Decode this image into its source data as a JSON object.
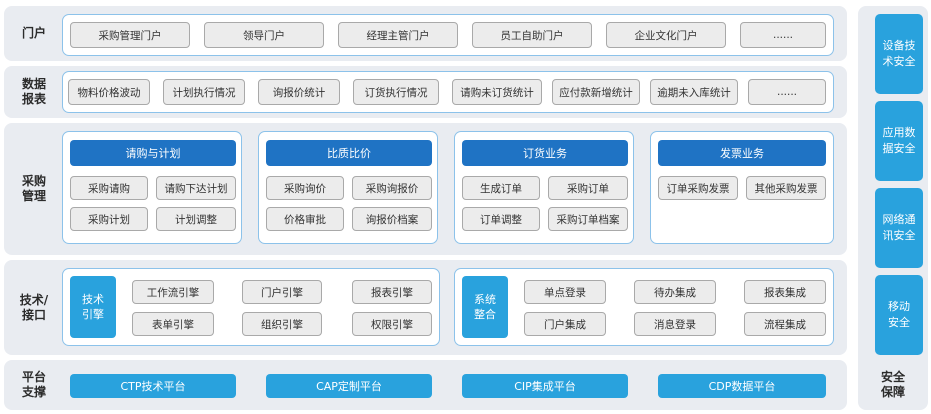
{
  "portal": {
    "label": "门户",
    "items": [
      "采购管理门户",
      "领导门户",
      "经理主管门户",
      "员工自助门户",
      "企业文化门户",
      "......"
    ]
  },
  "report": {
    "label_line1": "数据",
    "label_line2": "报表",
    "items": [
      "物料价格波动",
      "计划执行情况",
      "询报价统计",
      "订货执行情况",
      "请购未订货统计",
      "应付款新增统计",
      "逾期未入库统计",
      "......"
    ]
  },
  "purchase": {
    "label_line1": "采购",
    "label_line2": "管理",
    "groups": [
      {
        "title": "请购与计划",
        "items": [
          "采购请购",
          "请购下达计划",
          "采购计划",
          "计划调整"
        ]
      },
      {
        "title": "比质比价",
        "items": [
          "采购询价",
          "采购询报价",
          "价格审批",
          "询报价档案"
        ]
      },
      {
        "title": "订货业务",
        "items": [
          "生成订单",
          "采购订单",
          "订单调整",
          "采购订单档案"
        ]
      },
      {
        "title": "发票业务",
        "items": [
          "订单采购发票",
          "其他采购发票"
        ]
      }
    ]
  },
  "tech": {
    "label_line1": "技术/",
    "label_line2": "接口",
    "engine": {
      "title_line1": "技术",
      "title_line2": "引擎",
      "items": [
        "工作流引擎",
        "门户引擎",
        "报表引擎",
        "表单引擎",
        "组织引擎",
        "权限引擎"
      ]
    },
    "integration": {
      "title_line1": "系统",
      "title_line2": "整合",
      "items": [
        "单点登录",
        "待办集成",
        "报表集成",
        "门户集成",
        "消息登录",
        "流程集成"
      ]
    }
  },
  "platform": {
    "label_line1": "平台",
    "label_line2": "支撑",
    "items": [
      "CTP技术平台",
      "CAP定制平台",
      "CIP集成平台",
      "CDP数据平台"
    ]
  },
  "security": {
    "items": [
      {
        "line1": "设备技",
        "line2": "术安全"
      },
      {
        "line1": "应用数",
        "line2": "据安全"
      },
      {
        "line1": "网络通",
        "line2": "讯安全"
      },
      {
        "line1": "移动",
        "line2": "安全"
      }
    ],
    "label_line1": "安全",
    "label_line2": "保障"
  },
  "colors": {
    "header_blue": "#1f73c4",
    "light_blue": "#29a2dd",
    "panel_border": "#8cc2ea",
    "row_background": "#e9ecf1"
  }
}
